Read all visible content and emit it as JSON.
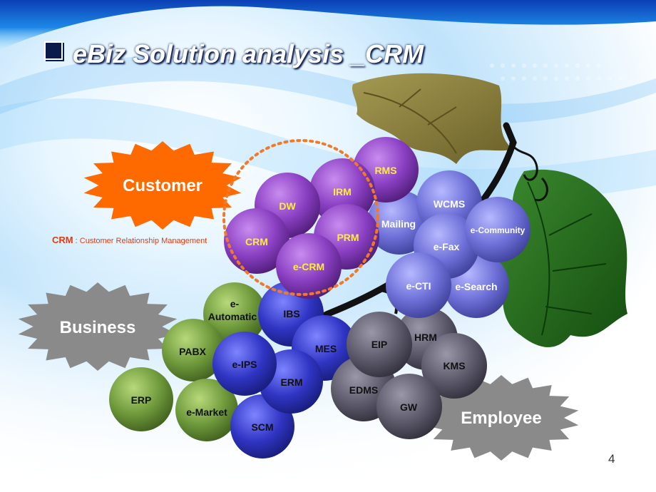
{
  "title": "eBiz Solution analysis _CRM",
  "crm_note": {
    "abbr": "CRM",
    "text": " : Customer Relationship Management"
  },
  "page_number": "4",
  "starbursts": {
    "customer": "Customer",
    "business": "Business",
    "employee": "Employee"
  },
  "grapes": {
    "green": [
      "e-Automatic",
      "PABX",
      "ERP",
      "e-Market"
    ],
    "blue": [
      "IBS",
      "MES",
      "e-IPS",
      "ERM",
      "SCM"
    ],
    "gray": [
      "EIP",
      "HRM",
      "KMS",
      "EDMS",
      "GW"
    ],
    "lavender": [
      "Mailing",
      "WCMS",
      "e-Community",
      "e-Fax",
      "e-CTI",
      "e-Search"
    ],
    "purple": [
      "RMS",
      "IRM",
      "DW",
      "PRM",
      "CRM",
      "e-CRM"
    ]
  },
  "colors": {
    "customer_burst": "#ff6a00",
    "gray_burst": "#8a8a8a",
    "crm_dotted_circle": "#f07a2a",
    "label_yellow": "#ffee33",
    "label_dark": "#111111",
    "label_white": "#ffffff"
  }
}
